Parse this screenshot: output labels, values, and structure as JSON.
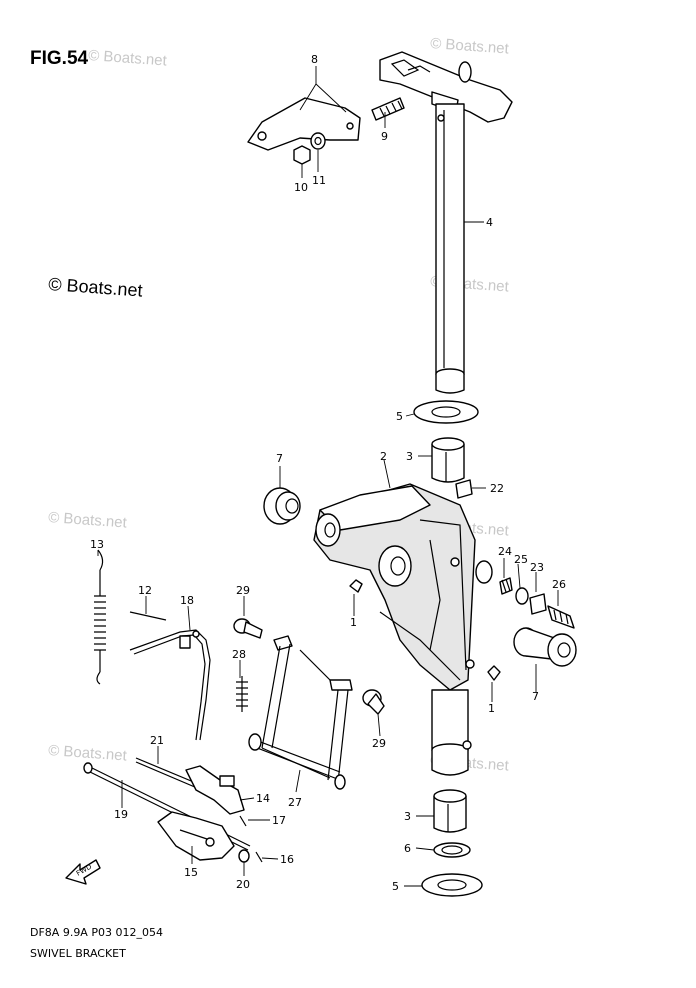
{
  "figure": {
    "title": "FIG.54",
    "copyright": "© Boats.net",
    "watermark": "© Boats.net",
    "model_code": "DF8A 9.9A P03 012_054",
    "caption": "SWIVEL BRACKET",
    "fwd_label": "FWD"
  },
  "callouts": [
    {
      "id": "c8",
      "label": "8"
    },
    {
      "id": "c9",
      "label": "9"
    },
    {
      "id": "c10",
      "label": "10"
    },
    {
      "id": "c11",
      "label": "11"
    },
    {
      "id": "c4",
      "label": "4"
    },
    {
      "id": "c5a",
      "label": "5"
    },
    {
      "id": "c3a",
      "label": "3"
    },
    {
      "id": "c2",
      "label": "2"
    },
    {
      "id": "c7a",
      "label": "7"
    },
    {
      "id": "c22",
      "label": "22"
    },
    {
      "id": "c24",
      "label": "24"
    },
    {
      "id": "c25",
      "label": "25"
    },
    {
      "id": "c23",
      "label": "23"
    },
    {
      "id": "c26",
      "label": "26"
    },
    {
      "id": "c1a",
      "label": "1"
    },
    {
      "id": "c7b",
      "label": "7"
    },
    {
      "id": "c1b",
      "label": "1"
    },
    {
      "id": "c13",
      "label": "13"
    },
    {
      "id": "c12",
      "label": "12"
    },
    {
      "id": "c18",
      "label": "18"
    },
    {
      "id": "c29a",
      "label": "29"
    },
    {
      "id": "c28",
      "label": "28"
    },
    {
      "id": "c29b",
      "label": "29"
    },
    {
      "id": "c21",
      "label": "21"
    },
    {
      "id": "c14",
      "label": "14"
    },
    {
      "id": "c19",
      "label": "19"
    },
    {
      "id": "c17",
      "label": "17"
    },
    {
      "id": "c27",
      "label": "27"
    },
    {
      "id": "c3b",
      "label": "3"
    },
    {
      "id": "c6",
      "label": "6"
    },
    {
      "id": "c5b",
      "label": "5"
    },
    {
      "id": "c15",
      "label": "15"
    },
    {
      "id": "c16",
      "label": "16"
    },
    {
      "id": "c20",
      "label": "20"
    }
  ]
}
